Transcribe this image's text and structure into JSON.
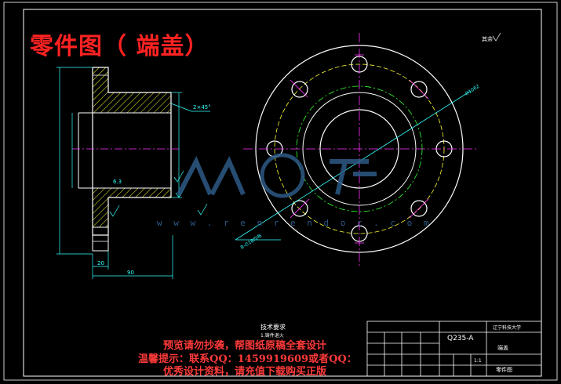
{
  "title": "零件图（ 端盖）",
  "annotations": {
    "chamfer": "2×45°",
    "surface_mark_top_right": "其余",
    "surface_finish": "6.3",
    "tolerance_right": "∅1062",
    "diag_label": "8-∅18均布",
    "dim_bottom_small": "20",
    "dim_bottom_large": "90",
    "tech_req_title": "技术要求",
    "tech_req_item": "1.铸件退火"
  },
  "title_block": {
    "material": "Q235-A",
    "school": "辽宁科技大学",
    "drawing_name": "端盖",
    "scale": "1:1",
    "sheet": "零件图"
  },
  "watermark": {
    "url": "w w w . r e n r e n d o c . c o m"
  },
  "notice": {
    "line1": "预览请勿抄袭，帮图纸原稿全套设计",
    "line2": "温馨提示：联系QQ：1459919609或者QQ：",
    "line3": "优秀设计资料，请充值下载购买正版"
  },
  "colors": {
    "outline": "#ffffff",
    "centerline": "#ff33ff",
    "dimension": "#33ffff",
    "dashed_circle": "#ffff33",
    "green_circle": "#33ff33",
    "hatch": "#ffff33",
    "title": "#ff2222",
    "watermark": "#2e5a86"
  }
}
